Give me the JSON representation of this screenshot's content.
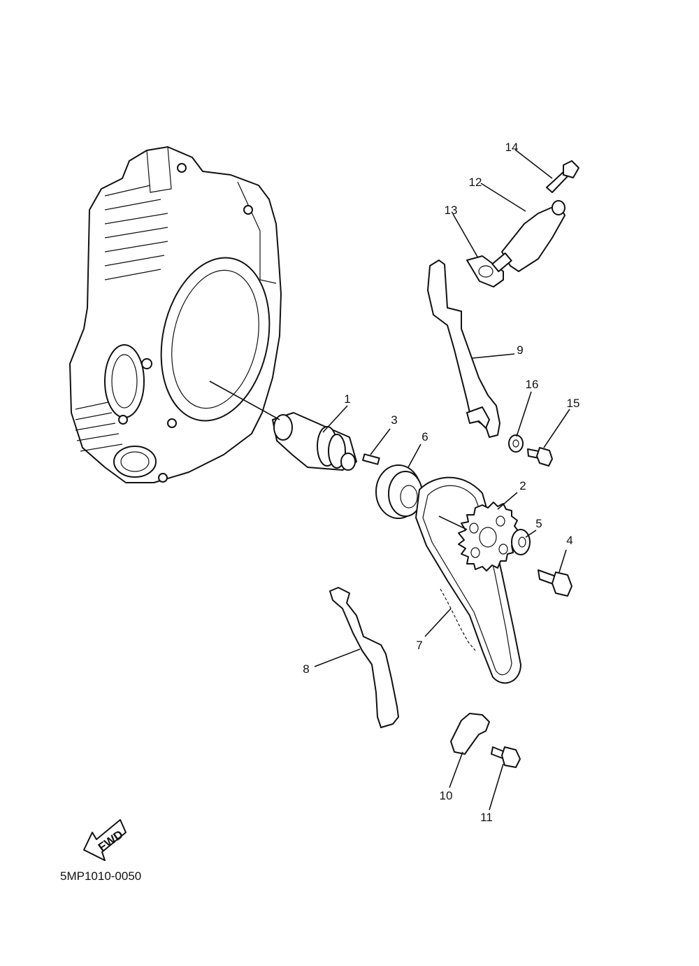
{
  "diagram": {
    "code": "5MP1010-0050",
    "fwd_label": "FWD",
    "callouts": [
      {
        "num": "1",
        "part": "camshaft"
      },
      {
        "num": "2",
        "part": "cam-sprocket"
      },
      {
        "num": "3",
        "part": "pin"
      },
      {
        "num": "4",
        "part": "sprocket-bolt"
      },
      {
        "num": "5",
        "part": "sprocket-washer"
      },
      {
        "num": "6",
        "part": "decompressor-plate"
      },
      {
        "num": "7",
        "part": "cam-chain"
      },
      {
        "num": "8",
        "part": "chain-guide-exhaust"
      },
      {
        "num": "9",
        "part": "chain-guide-intake"
      },
      {
        "num": "10",
        "part": "guide-stopper"
      },
      {
        "num": "11",
        "part": "stopper-bolt"
      },
      {
        "num": "12",
        "part": "tensioner-assembly"
      },
      {
        "num": "13",
        "part": "tensioner-gasket"
      },
      {
        "num": "14",
        "part": "tensioner-bolt"
      },
      {
        "num": "15",
        "part": "guide-bolt"
      },
      {
        "num": "16",
        "part": "guide-washer"
      }
    ]
  }
}
